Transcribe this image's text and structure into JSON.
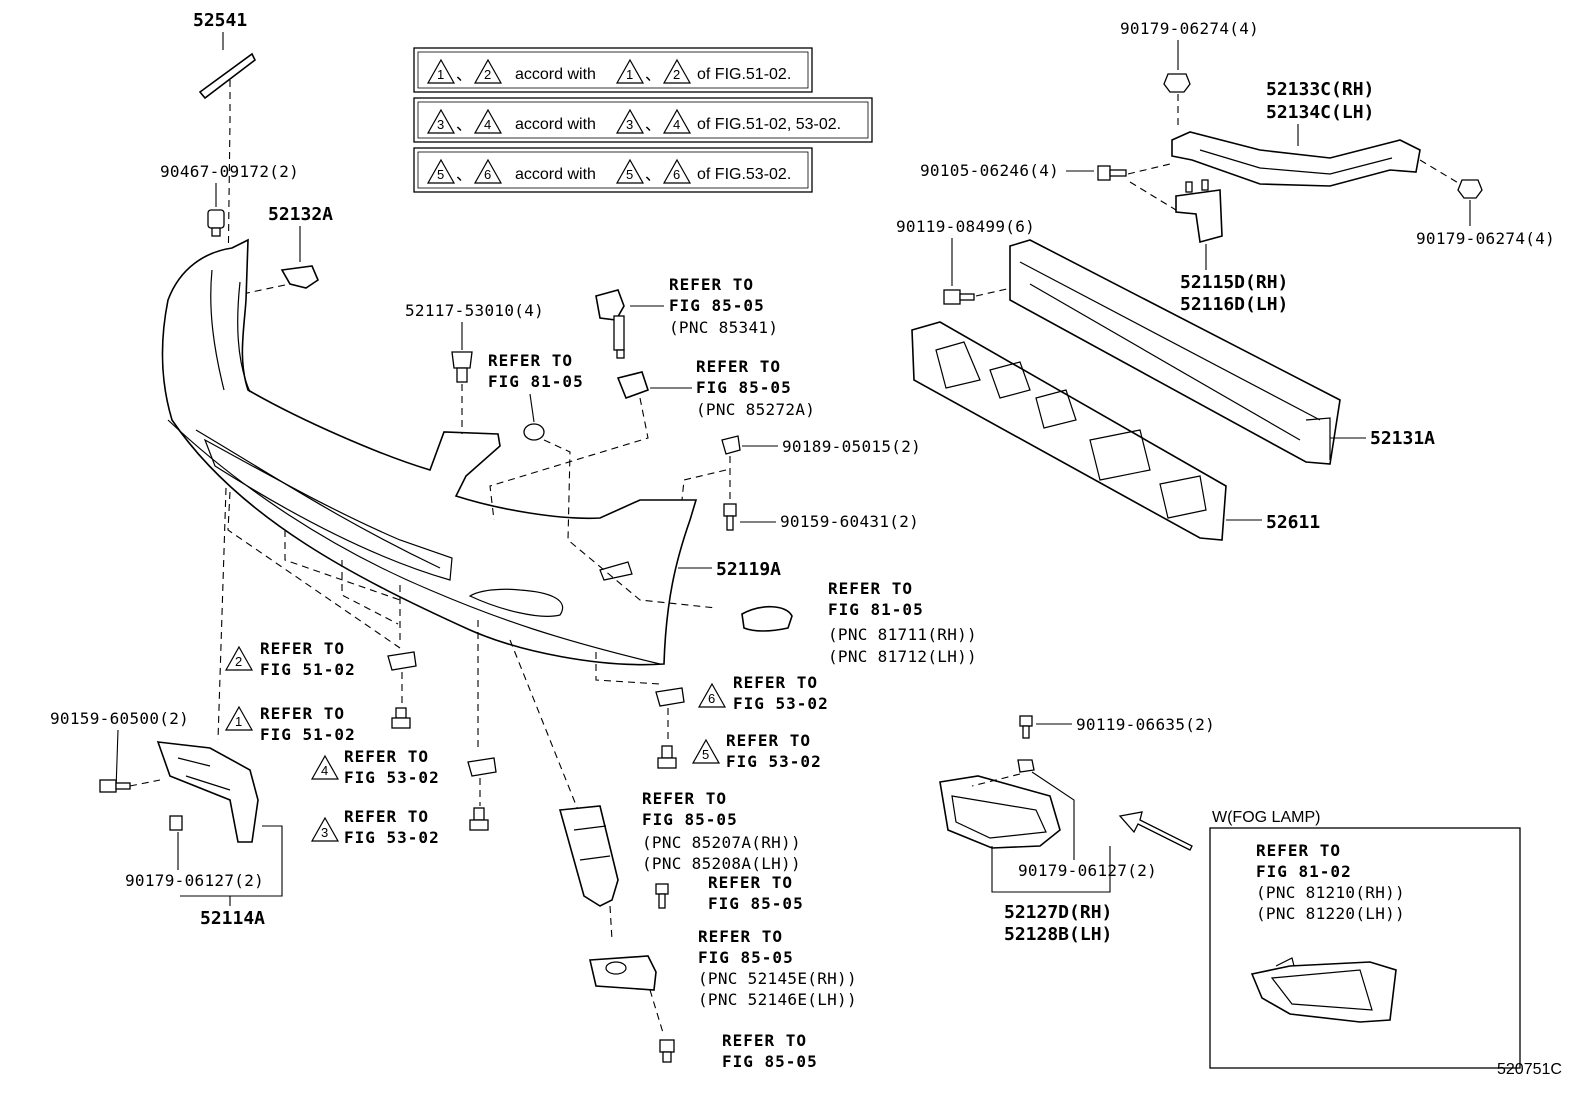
{
  "notes": [
    {
      "t1": "1",
      "t2": "2",
      "text": "accord with",
      "t3": "1",
      "t4": "2",
      "suffix": "of FIG.51-02."
    },
    {
      "t1": "3",
      "t2": "4",
      "text": "accord with",
      "t3": "3",
      "t4": "4",
      "suffix": "of FIG.51-02, 53-02."
    },
    {
      "t1": "5",
      "t2": "6",
      "text": "accord with",
      "t3": "5",
      "t4": "6",
      "suffix": "of FIG.53-02."
    }
  ],
  "sep": "、",
  "labels": {
    "p52541": "52541",
    "p90467": "90467-09172(2)",
    "p52132A": "52132A",
    "p52117": "52117-53010(4)",
    "p90179_top": "90179-06274(4)",
    "p52133C": "52133C(RH)",
    "p52134C": "52134C(LH)",
    "p90105": "90105-06246(4)",
    "p90179_right": "90179-06274(4)",
    "p90119_08499": "90119-08499(6)",
    "p52115D": "52115D(RH)",
    "p52116D": "52116D(LH)",
    "p52131A": "52131A",
    "p52611": "52611",
    "p90189": "90189-05015(2)",
    "p90159_60431": "90159-60431(2)",
    "p52119A": "52119A",
    "p90159_60500": "90159-60500(2)",
    "p90179_06127_left": "90179-06127(2)",
    "p52114A": "52114A",
    "p90119_06635": "90119-06635(2)",
    "p90179_06127_right": "90179-06127(2)",
    "p52127D": "52127D(RH)",
    "p52128B": "52128B(LH)",
    "fog_title": "W(FOG LAMP)",
    "code": "520751C"
  },
  "refs": {
    "refer_to": "REFER TO",
    "r_85341_fig": "FIG 85-05",
    "r_85341_pnc": "(PNC 85341)",
    "r_8105_fig": "FIG 81-05",
    "r_85272_fig": "FIG 85-05",
    "r_85272_pnc": "(PNC 85272A)",
    "r_81711_fig": "FIG 81-05",
    "r_81711_pnc": "(PNC 81711(RH))",
    "r_81712_pnc": "(PNC 81712(LH))",
    "r_t2_fig": "FIG 51-02",
    "r_t1_fig": "FIG 51-02",
    "r_t4_fig": "FIG 53-02",
    "r_t3_fig": "FIG 53-02",
    "r_t6_fig": "FIG 53-02",
    "r_t5_fig": "FIG 53-02",
    "r_85207_fig": "FIG 85-05",
    "r_85207_pnc": "(PNC 85207A(RH))",
    "r_85208_pnc": "(PNC 85208A(LH))",
    "r_bolt_fig": "FIG 85-05",
    "r_52145_fig": "FIG 85-05",
    "r_52145_pnc": "(PNC 52145E(RH))",
    "r_52146_pnc": "(PNC 52146E(LH))",
    "r_bottom_fig": "FIG 85-05",
    "r_fog_fig": "FIG 81-02",
    "r_fog_pnc1": "(PNC 81210(RH))",
    "r_fog_pnc2": "(PNC 81220(LH))"
  },
  "triangles": {
    "t1": "1",
    "t2": "2",
    "t3": "3",
    "t4": "4",
    "t5": "5",
    "t6": "6"
  }
}
